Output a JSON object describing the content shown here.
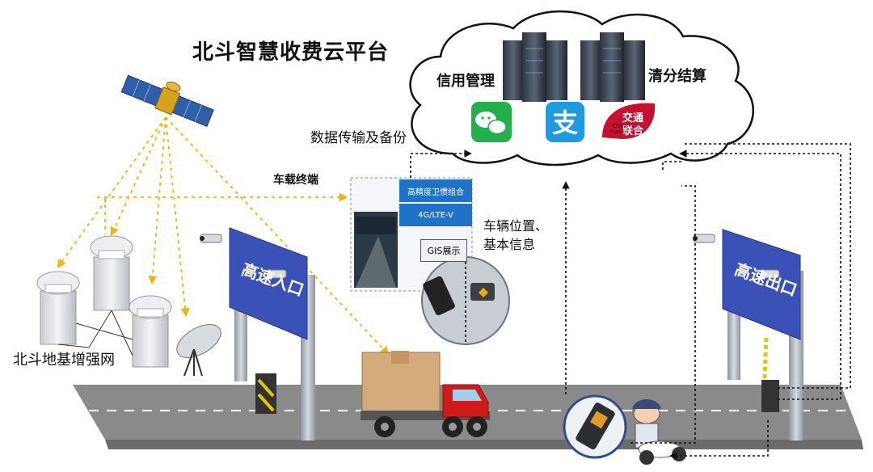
{
  "title": "北斗智慧收费云平台",
  "cloud": {
    "credit_label": "信用管理",
    "clearing_label": "清分结算",
    "payment_icons": [
      "wechat-pay-icon",
      "alipay-icon",
      "transport-union-icon"
    ],
    "union_logo_text": "交通联合",
    "union_logo_sub": "China T-union"
  },
  "labels": {
    "data_transfer": "数据传输及备份",
    "vehicle_terminal": "车载终端",
    "vehicle_info": "车辆位置、基本信息",
    "gbas_network": "北斗地基增强网"
  },
  "terminal_panel": {
    "row1": "高精度卫惯组合",
    "row2": "4G/LTE-V",
    "gis": "GIS展示"
  },
  "signs": {
    "left": "高速入口",
    "right": "高速出口"
  },
  "colors": {
    "signal_dashes": "#f3b400",
    "road": "#8a8a8a",
    "sign_blue": "#3a52b8",
    "panel_blue": "#1e73c8"
  }
}
